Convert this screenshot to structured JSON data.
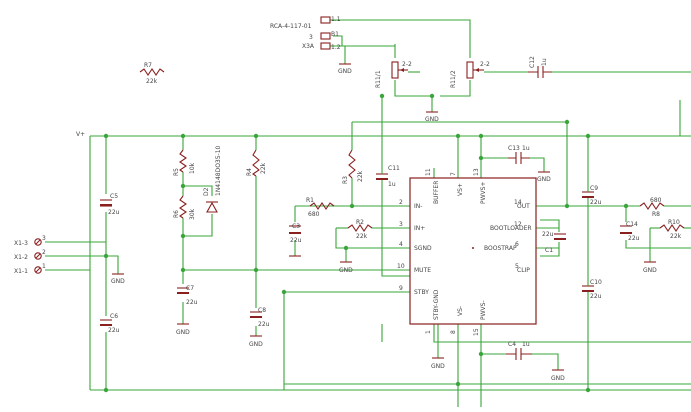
{
  "colors": {
    "wire": "#3aa53a",
    "part": "#8a1f1f",
    "text": "#444444",
    "background": "#ffffff"
  },
  "connector_top": {
    "name": "RCA-4-117-01",
    "pin1": "1.1",
    "pin2": "1.2",
    "b": "B1",
    "sub": "X3A",
    "pin3": "3"
  },
  "grounds": {
    "label": "GND"
  },
  "supply": {
    "label": "V+"
  },
  "parts": {
    "r7": {
      "name": "R7",
      "value": "22k"
    },
    "r11_1": {
      "name": "R11/1",
      "pins": "2-2"
    },
    "r11_2": {
      "name": "R11/2",
      "pins": "2-2"
    },
    "c12": {
      "name": "C12",
      "value": "1u"
    },
    "c5": {
      "name": "C5",
      "value": "22u"
    },
    "c6": {
      "name": "C6",
      "value": "22u"
    },
    "r5": {
      "name": "R5",
      "value": "10k"
    },
    "r6": {
      "name": "R6",
      "value": "30k"
    },
    "d2": {
      "name": "D2",
      "value": "1N4148DO35-10"
    },
    "r4": {
      "name": "R4",
      "value": "22k"
    },
    "c7": {
      "name": "C7",
      "value": "22u"
    },
    "c8": {
      "name": "C8",
      "value": "22u"
    },
    "r3": {
      "name": "R3",
      "value": "22k"
    },
    "c11": {
      "name": "C11",
      "value": "1u"
    },
    "r1": {
      "name": "R1",
      "value": "680"
    },
    "c3": {
      "name": "C3",
      "value": "22u"
    },
    "r2": {
      "name": "R2",
      "value": "22k"
    },
    "c13": {
      "name": "C13",
      "value": "1u"
    },
    "c1": {
      "name": "C1",
      "value": "22u"
    },
    "c9": {
      "name": "C9",
      "value": "22u"
    },
    "c10": {
      "name": "C10",
      "value": "22u"
    },
    "c14": {
      "name": "C14",
      "value": "22u"
    },
    "r8": {
      "name": "R8",
      "value": "680"
    },
    "r10": {
      "name": "R10",
      "value": "22k"
    },
    "c4": {
      "name": "C4",
      "value": "1u"
    }
  },
  "terminals": [
    "X1-3",
    "X1-2",
    "X1-1"
  ],
  "terminal_pins": [
    "3",
    "2",
    "1"
  ],
  "ic": {
    "left_pins": [
      {
        "num": "2",
        "label": "IN-"
      },
      {
        "num": "3",
        "label": "IN+"
      },
      {
        "num": "4",
        "label": "SGND"
      },
      {
        "num": "10",
        "label": "MUTE"
      },
      {
        "num": "9",
        "label": "STBY"
      }
    ],
    "right_pins": [
      {
        "num": "14",
        "label": "OUT"
      },
      {
        "num": "12",
        "label": "BOOTLOADER"
      },
      {
        "num": "6",
        "label": "BOOSTRAP"
      },
      {
        "num": "5",
        "label": "CLIP"
      }
    ],
    "top_pins": [
      {
        "num": "11",
        "label": "BUFFER"
      },
      {
        "num": "7",
        "label": "VS+"
      },
      {
        "num": "13",
        "label": "PWVS+"
      }
    ],
    "bottom_pins": [
      {
        "num": "1",
        "label": "STBY-GND"
      },
      {
        "num": "8",
        "label": "VS-"
      },
      {
        "num": "15",
        "label": "PWVS-"
      }
    ]
  }
}
